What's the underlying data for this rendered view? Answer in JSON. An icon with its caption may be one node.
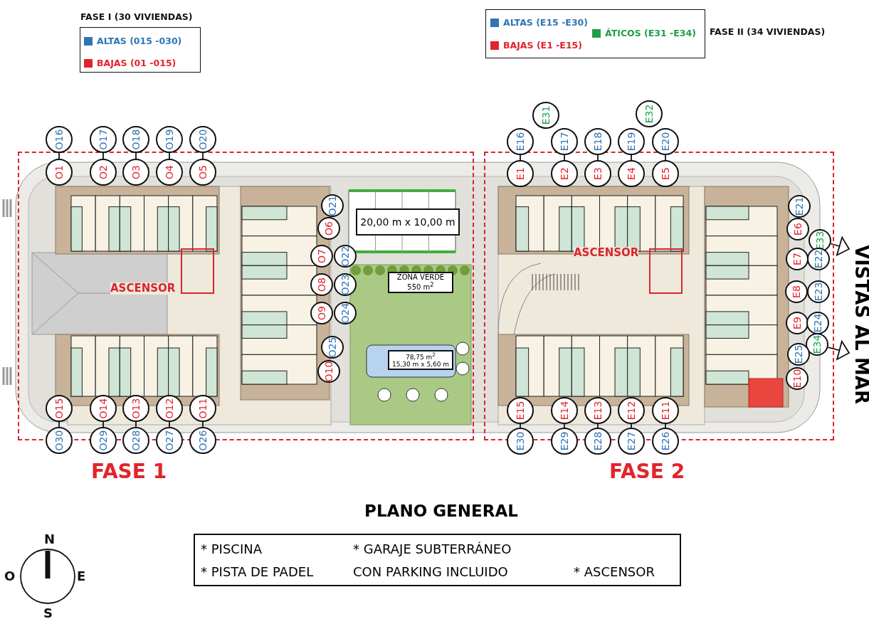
{
  "diagram": {
    "title": "PLANO GENERAL",
    "nodes": [
      {
        "text": [],
        "shape": "box"
      },
      {
        "text": [],
        "shape": "box"
      },
      {
        "text": [
          "O16"
        ]
      },
      {
        "text": [
          "O17"
        ]
      },
      {
        "text": [
          "O18"
        ]
      },
      {
        "text": [
          "O19"
        ]
      },
      {
        "text": [
          "O20"
        ]
      },
      {
        "text": [
          "O1"
        ],
        "in": 0
      },
      {
        "text": [
          "O2"
        ],
        "in": 0
      },
      {
        "text": [
          "O3"
        ],
        "in": 0
      },
      {
        "text": [
          "O4"
        ],
        "in": 0
      },
      {
        "text": [
          "O5"
        ],
        "in": 0
      },
      {
        "text": [
          "O21"
        ],
        "in": 0
      },
      {
        "text": [
          "O6"
        ],
        "in": 0
      },
      {
        "text": [
          "O7"
        ],
        "in": 0
      },
      {
        "text": [
          "O22"
        ],
        "in": 0
      },
      {
        "text": [
          "O8"
        ],
        "in": 0
      },
      {
        "text": [
          "O23"
        ],
        "in": 0
      },
      {
        "text": [
          "O9"
        ],
        "in": 0
      },
      {
        "text": [
          "O24"
        ],
        "in": 0
      },
      {
        "text": [
          "O25"
        ],
        "in": 0
      },
      {
        "text": [
          "O10"
        ],
        "in": 0
      },
      {
        "text": [
          "20,00 m x 10,00 m"
        ],
        "in": 0
      },
      {
        "text": [
          "ZONA VERDE 550 m$^{2}$"
        ],
        "in": 0
      },
      {
        "text": [
          "78,75 m$^{2}$",
          "15,30 m x 5,60 m"
        ],
        "in": 0
      },
      {
        "text": [
          "O15"
        ],
        "in": 0
      },
      {
        "text": [
          "O14"
        ],
        "in": 0
      },
      {
        "text": [
          "O13"
        ],
        "in": 0
      },
      {
        "text": [
          "O12"
        ],
        "in": 0
      },
      {
        "text": [
          "O11"
        ],
        "in": 0
      },
      {
        "text": [
          "O30"
        ]
      },
      {
        "text": [
          "O29"
        ]
      },
      {
        "text": [
          "O28"
        ]
      },
      {
        "text": [
          "O27"
        ]
      },
      {
        "text": [
          "O26"
        ]
      },
      {
        "text": [
          "E31"
        ]
      },
      {
        "text": [
          "E32"
        ]
      },
      {
        "text": [
          "E16"
        ]
      },
      {
        "text": [
          "E17"
        ]
      },
      {
        "text": [
          "E18"
        ]
      },
      {
        "text": [
          "E19"
        ]
      },
      {
        "text": [
          "E20"
        ]
      },
      {
        "text": [
          "E1"
        ],
        "in": 1
      },
      {
        "text": [
          "E2"
        ],
        "in": 1
      },
      {
        "text": [
          "E3"
        ],
        "in": 1
      },
      {
        "text": [
          "E4"
        ],
        "in": 1
      },
      {
        "text": [
          "E5"
        ],
        "in": 1
      },
      {
        "text": [
          "E21"
        ],
        "in": 1
      },
      {
        "text": [
          "E6"
        ],
        "in": 1
      },
      {
        "text": [
          "E33"
        ],
        "in": 1
      },
      {
        "text": [
          "E7"
        ],
        "in": 1
      },
      {
        "text": [
          "E22"
        ],
        "in": 1
      },
      {
        "text": [
          "E8"
        ],
        "in": 1
      },
      {
        "text": [
          "E23"
        ],
        "in": 1
      },
      {
        "text": [
          "E9"
        ],
        "in": 1
      },
      {
        "text": [
          "E24"
        ],
        "in": 1
      },
      {
        "text": [
          "E34"
        ],
        "in": 1
      },
      {
        "text": [
          "E25"
        ],
        "in": 1
      },
      {
        "text": [
          "E10"
        ],
        "in": 1
      },
      {
        "text": [
          "E15"
        ],
        "in": 1
      },
      {
        "text": [
          "E14"
        ],
        "in": 1
      },
      {
        "text": [
          "E13"
        ],
        "in": 1
      },
      {
        "text": [
          "E12"
        ],
        "in": 1
      },
      {
        "text": [
          "E11"
        ],
        "in": 1
      },
      {
        "text": [
          "E30"
        ]
      },
      {
        "text": [
          "E29"
        ]
      },
      {
        "text": [
          "E28"
        ]
      },
      {
        "text": [
          "E27"
        ]
      },
      {
        "text": [
          "E26"
        ]
      },
      {
        "text": [
          "* PISCINA",
          "* PISTA DE PADEL",
          "* GARAJE SUBTERRÁNEO CON PARKING INCLUIDO",
          "* ASCENSOR"
        ]
      },
      {
        "text": [
          "VISTAS AL MAR"
        ]
      }
    ],
    "edges": [
      {
        "from": 2,
        "to": 7,
        "arrow": "none"
      },
      {
        "from": 3,
        "to": 8,
        "arrow": "none"
      },
      {
        "from": 4,
        "to": 9,
        "arrow": "none"
      },
      {
        "from": 5,
        "to": 10,
        "arrow": "none"
      },
      {
        "from": 6,
        "to": 11,
        "arrow": "none"
      },
      {
        "from": 25,
        "to": 30,
        "arrow": "none"
      },
      {
        "from": 26,
        "to": 31,
        "arrow": "none"
      },
      {
        "from": 27,
        "to": 32,
        "arrow": "none"
      },
      {
        "from": 28,
        "to": 33,
        "arrow": "none"
      },
      {
        "from": 29,
        "to": 34,
        "arrow": "none"
      },
      {
        "from": 37,
        "to": 42,
        "arrow": "none"
      },
      {
        "from": 38,
        "to": 43,
        "arrow": "none"
      },
      {
        "from": 39,
        "to": 44,
        "arrow": "none"
      },
      {
        "from": 40,
        "to": 45,
        "arrow": "none"
      },
      {
        "from": 41,
        "to": 46,
        "arrow": "none"
      },
      {
        "from": 59,
        "to": 64,
        "arrow": "none"
      },
      {
        "from": 60,
        "to": 65,
        "arrow": "none"
      },
      {
        "from": 61,
        "to": 66,
        "arrow": "none"
      },
      {
        "from": 62,
        "to": 67,
        "arrow": "none"
      },
      {
        "from": 63,
        "to": 68,
        "arrow": "none"
      },
      {
        "from": 49,
        "to": 70,
        "arrow": "to"
      },
      {
        "from": 56,
        "to": 70,
        "arrow": "to"
      }
    ],
    "labels": [
      "FASE I (30 VIVIENDAS)",
      "FASE II (34 VIVIENDAS)",
      "ASCENSOR",
      "ASCENSOR",
      "FASE 1",
      "FASE 2",
      "N",
      "O",
      "E",
      "S"
    ],
    "legend": [
      {
        "text": "ALTAS (015 -030)",
        "color": "#2e75b6"
      },
      {
        "text": "BAJAS (01 -015)",
        "color": "#e3232b"
      },
      {
        "text": "ALTAS (E15 -E30)",
        "color": "#2e75b6"
      },
      {
        "text": "ÁTICOS (E31 -E34)",
        "color": "#1f9e4a"
      },
      {
        "text": "BAJAS (E1 -E15)",
        "color": "#e3232b"
      }
    ]
  }
}
